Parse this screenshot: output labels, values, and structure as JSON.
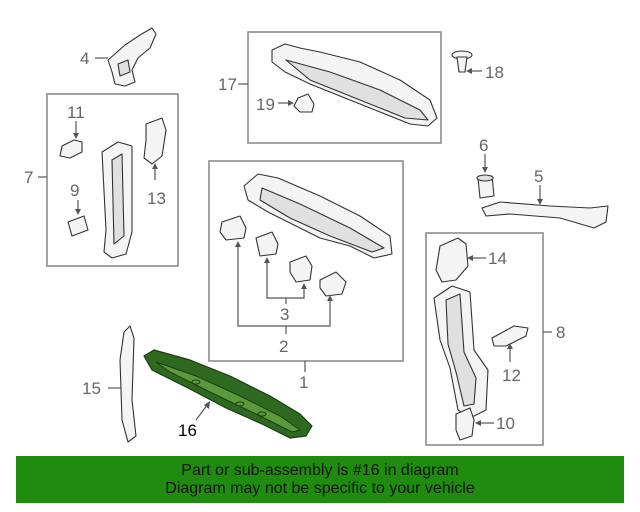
{
  "callouts": {
    "c1": "1",
    "c2": "2",
    "c3": "3",
    "c4": "4",
    "c5": "5",
    "c6": "6",
    "c7": "7",
    "c8": "8",
    "c9": "9",
    "c10": "10",
    "c11": "11",
    "c12": "12",
    "c13": "13",
    "c14": "14",
    "c15": "15",
    "c16": "16",
    "c17": "17",
    "c18": "18",
    "c19": "19"
  },
  "highlight": {
    "part_number": "16",
    "color": "#2d6a1f"
  },
  "banner": {
    "line1": "Part or sub-assembly is #16 in diagram",
    "line2": "Diagram may not be specific to your vehicle",
    "background": "#1f8b0f"
  }
}
